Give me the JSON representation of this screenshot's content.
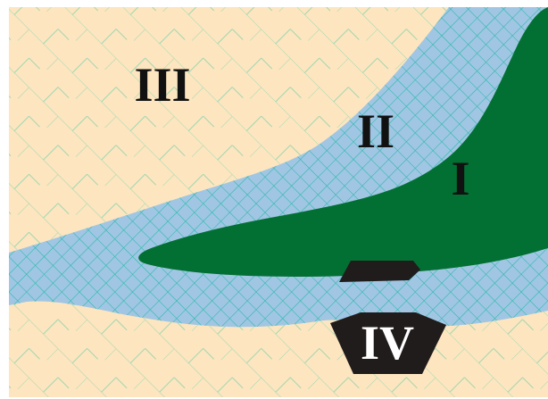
{
  "diagram": {
    "regions": [
      {
        "id": "I",
        "label": "I",
        "color": "#037033"
      },
      {
        "id": "II",
        "label": "II",
        "color": "#a0c6e4",
        "hatch_color": "#27b8a7"
      },
      {
        "id": "III",
        "label": "III",
        "color": "#fde5bf",
        "line_color": "#9ed8b1"
      },
      {
        "id": "IV",
        "label": "IV",
        "color": "#211c1c"
      }
    ]
  }
}
